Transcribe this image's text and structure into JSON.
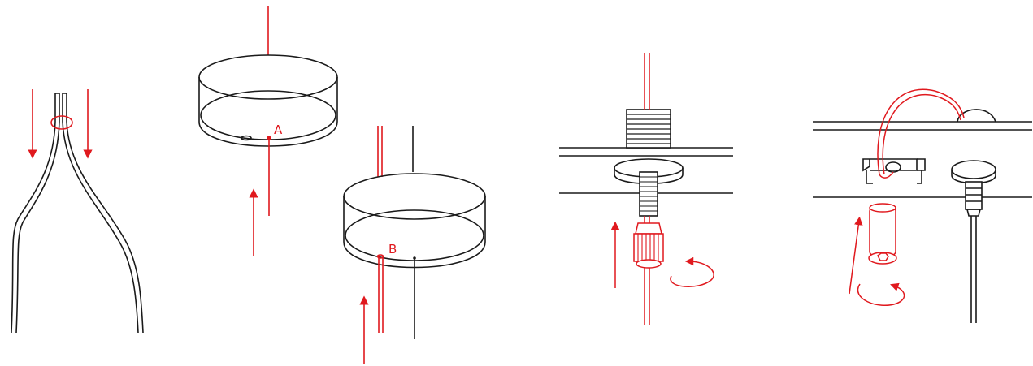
{
  "colors": {
    "line": "#1a1a1a",
    "accent": "#e0191e",
    "accent_soft": "#f08080",
    "background": "#ffffff"
  },
  "steps": [
    {
      "id": "step-1",
      "description_icons": [
        "cable-split",
        "down-arrow",
        "down-arrow",
        "ring-marker"
      ]
    },
    {
      "id": "step-2",
      "labels": {
        "a": "A",
        "b": "B"
      }
    },
    {
      "id": "step-3",
      "description_icons": [
        "cable-gland",
        "up-arrow",
        "rotate-arrow"
      ]
    },
    {
      "id": "step-4",
      "description_icons": [
        "cable-clamp",
        "hex-screw",
        "up-arrow",
        "rotate-arrow"
      ]
    }
  ]
}
